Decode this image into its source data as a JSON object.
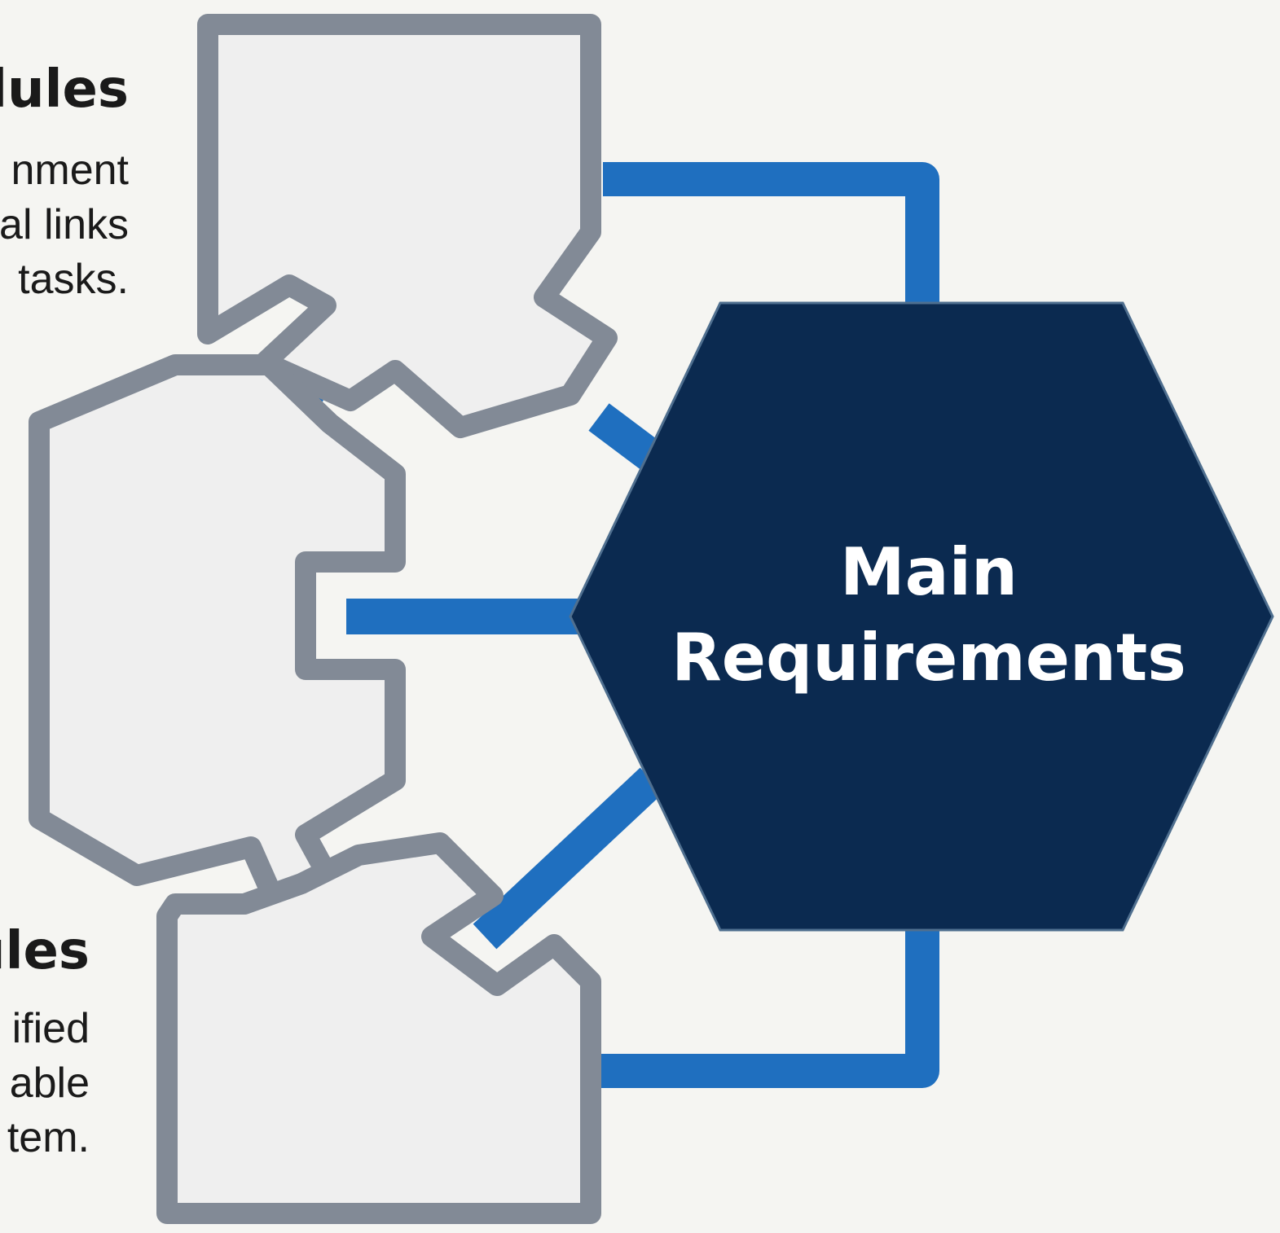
{
  "top_text": {
    "heading": "dules",
    "lines": [
      "nment",
      "al links",
      "tasks."
    ]
  },
  "bottom_text": {
    "heading": "ules",
    "lines": [
      "ified",
      "able",
      "tem."
    ]
  },
  "center": {
    "lines": [
      "Main",
      "Requirements"
    ]
  },
  "colors": {
    "background": "#f5f5f2",
    "hexagon_fill": "#0b2a50",
    "connector_blue": "#1f6fbf",
    "piece_fill": "#efefef",
    "piece_outline": "#828a96"
  }
}
